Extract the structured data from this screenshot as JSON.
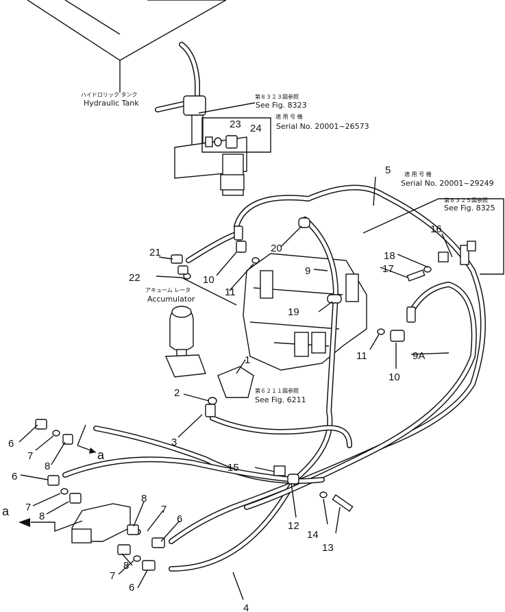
{
  "labels": {
    "hydraulic_tank_jp": "ハイドロリック タンク",
    "hydraulic_tank": "Hydraulic Tank",
    "accumulator_jp": "アキューム レータ",
    "accumulator": "Accumulator",
    "ref_8323_jp": "第８３２３図参照",
    "ref_8323": "See Fig. 8323",
    "serial_jp_1": "適 用 号 機",
    "serial_1": "Serial No. 20001~26573",
    "serial_jp_2": "適 用 号 機",
    "serial_2": "Serial No. 20001~29249",
    "ref_8325_jp": "第８３２５図参照",
    "ref_8325": "See Fig. 8325",
    "ref_6211_jp": "第６２１１図参照",
    "ref_6211": "See Fig. 6211",
    "arrow_a": "a"
  },
  "callouts": {
    "p1": "1",
    "p2": "2",
    "p3": "3",
    "p4": "4",
    "p5": "5",
    "p6a": "6",
    "p6b": "6",
    "p6c": "6",
    "p6d": "6",
    "p7a": "7",
    "p7b": "7",
    "p7c": "7",
    "p7d": "7",
    "p8a": "8",
    "p8b": "8",
    "p8c": "8",
    "p8d": "8",
    "p9": "9",
    "p9A": "9A",
    "p10a": "10",
    "p10b": "10",
    "p11a": "11",
    "p11b": "11",
    "p12": "12",
    "p13": "13",
    "p14": "14",
    "p15": "15",
    "p16": "16",
    "p17": "17",
    "p18": "18",
    "p19": "19",
    "p20": "20",
    "p21": "21",
    "p22": "22",
    "p23": "23",
    "p24": "24"
  }
}
